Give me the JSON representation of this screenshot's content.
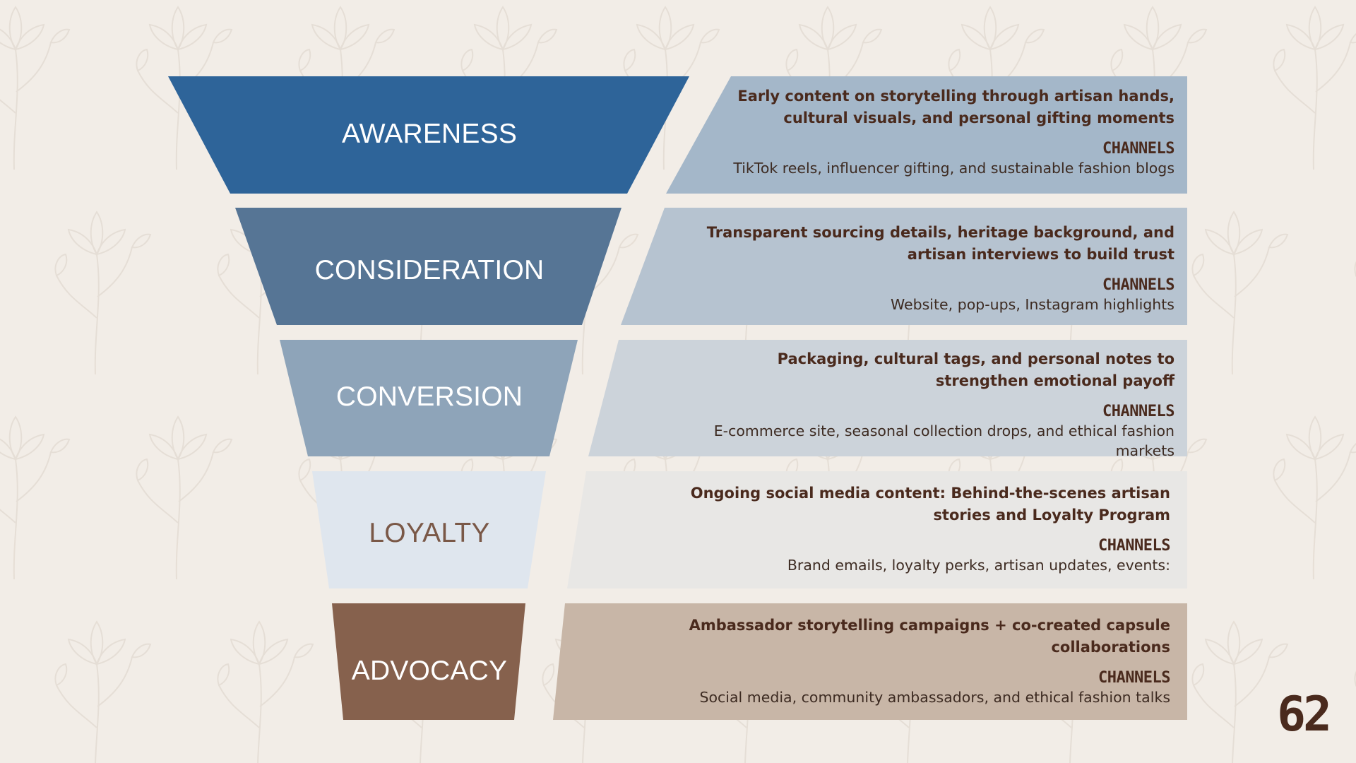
{
  "colors": {
    "background": "#f2ede7",
    "heading_text": "#4a2a1d"
  },
  "stages": [
    {
      "name": "AWARENESS",
      "color": "#2e6499",
      "label_color": "#ffffff",
      "panel_color": "#a4b7c9",
      "headline": "Early content on storytelling through artisan hands, cultural visuals, and personal gifting moments",
      "channels_heading": "CHANNELS",
      "channels": "TikTok reels, influencer gifting, and sustainable fashion blogs"
    },
    {
      "name": "CONSIDERATION",
      "color": "#567595",
      "label_color": "#ffffff",
      "panel_color": "#b6c3d0",
      "headline": "Transparent sourcing details, heritage background, and artisan interviews to build trust",
      "channels_heading": "CHANNELS",
      "channels": "Website, pop-ups, Instagram highlights"
    },
    {
      "name": "CONVERSION",
      "color": "#8ea4b9",
      "label_color": "#ffffff",
      "panel_color": "#ccd3da",
      "headline": "Packaging, cultural tags, and personal notes to strengthen emotional payoff",
      "channels_heading": "CHANNELS",
      "channels": "E-commerce site, seasonal collection drops, and ethical fashion markets"
    },
    {
      "name": "LOYALTY",
      "color": "#dfe6ee",
      "label_color": "#7a5847",
      "panel_color": "#e8e7e5",
      "headline": "Ongoing social media content: Behind-the-scenes artisan stories and Loyalty Program",
      "channels_heading": "CHANNELS",
      "channels": "Brand emails, loyalty perks, artisan updates, events:"
    },
    {
      "name": "ADVOCACY",
      "color": "#86614d",
      "label_color": "#ffffff",
      "panel_color": "#c8b6a7",
      "headline": "Ambassador storytelling campaigns + co-created capsule collaborations",
      "channels_heading": "CHANNELS",
      "channels": "Social media, community ambassadors, and ethical fashion talks"
    }
  ],
  "page_number": "62"
}
